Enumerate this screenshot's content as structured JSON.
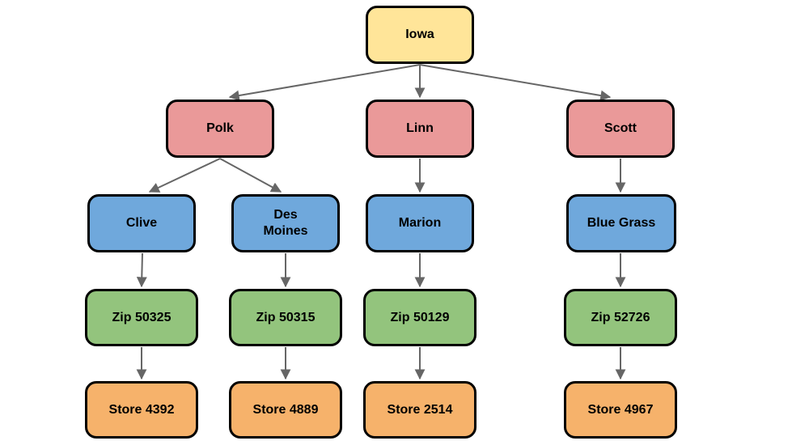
{
  "colors": {
    "canvas-bg": "#ffffff",
    "state-fill": "#ffe599",
    "county-fill": "#ea9999",
    "city-fill": "#6fa8dc",
    "zip-fill": "#93c47d",
    "store-fill": "#f6b26b",
    "node-border": "#000000",
    "arrow": "#666666"
  },
  "diagram": {
    "type": "hierarchy-tree",
    "levels": [
      "state",
      "county",
      "city",
      "zip",
      "store"
    ],
    "nodes": {
      "iowa": {
        "label": "Iowa",
        "level": "state"
      },
      "polk": {
        "label": "Polk",
        "level": "county"
      },
      "linn": {
        "label": "Linn",
        "level": "county"
      },
      "scott": {
        "label": "Scott",
        "level": "county"
      },
      "clive": {
        "label": "Clive",
        "level": "city"
      },
      "des_moines": {
        "label": "Des Moines",
        "level": "city"
      },
      "marion": {
        "label": "Marion",
        "level": "city"
      },
      "blue_grass": {
        "label": "Blue Grass",
        "level": "city"
      },
      "zip_50325": {
        "label": "Zip 50325",
        "level": "zip"
      },
      "zip_50315": {
        "label": "Zip 50315",
        "level": "zip"
      },
      "zip_50129": {
        "label": "Zip 50129",
        "level": "zip"
      },
      "zip_52726": {
        "label": "Zip 52726",
        "level": "zip"
      },
      "store_4392": {
        "label": "Store 4392",
        "level": "store"
      },
      "store_4889": {
        "label": "Store 4889",
        "level": "store"
      },
      "store_2514": {
        "label": "Store 2514",
        "level": "store"
      },
      "store_4967": {
        "label": "Store 4967",
        "level": "store"
      }
    },
    "edges": [
      {
        "from": "iowa",
        "to": "polk"
      },
      {
        "from": "iowa",
        "to": "linn"
      },
      {
        "from": "iowa",
        "to": "scott"
      },
      {
        "from": "polk",
        "to": "clive"
      },
      {
        "from": "polk",
        "to": "des_moines"
      },
      {
        "from": "linn",
        "to": "marion"
      },
      {
        "from": "scott",
        "to": "blue_grass"
      },
      {
        "from": "clive",
        "to": "zip_50325"
      },
      {
        "from": "des_moines",
        "to": "zip_50315"
      },
      {
        "from": "marion",
        "to": "zip_50129"
      },
      {
        "from": "blue_grass",
        "to": "zip_52726"
      },
      {
        "from": "zip_50325",
        "to": "store_4392"
      },
      {
        "from": "zip_50315",
        "to": "store_4889"
      },
      {
        "from": "zip_50129",
        "to": "store_2514"
      },
      {
        "from": "zip_52726",
        "to": "store_4967"
      }
    ]
  }
}
